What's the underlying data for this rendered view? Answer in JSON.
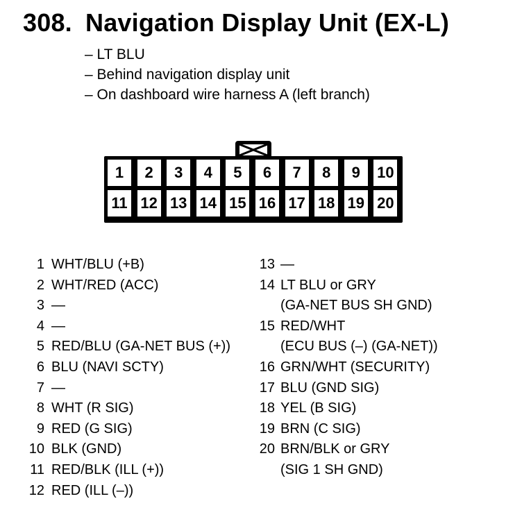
{
  "header": {
    "number": "308.",
    "name": "Navigation Display Unit (EX-L)"
  },
  "notes": [
    "– LT BLU",
    "– Behind navigation display unit",
    "– On dashboard wire harness A (left branch)"
  ],
  "connector": {
    "top_row": [
      "1",
      "2",
      "3",
      "4",
      "5",
      "6",
      "7",
      "8",
      "9",
      "10"
    ],
    "bottom_row": [
      "11",
      "12",
      "13",
      "14",
      "15",
      "16",
      "17",
      "18",
      "19",
      "20"
    ]
  },
  "pins_left": [
    {
      "pin": "1",
      "lines": [
        "WHT/BLU (+B)"
      ]
    },
    {
      "pin": "2",
      "lines": [
        "WHT/RED (ACC)"
      ]
    },
    {
      "pin": "3",
      "lines": [
        "—"
      ]
    },
    {
      "pin": "4",
      "lines": [
        "—"
      ]
    },
    {
      "pin": "5",
      "lines": [
        "RED/BLU (GA-NET BUS (+))"
      ]
    },
    {
      "pin": "6",
      "lines": [
        "BLU (NAVI SCTY)"
      ]
    },
    {
      "pin": "7",
      "lines": [
        "—"
      ]
    },
    {
      "pin": "8",
      "lines": [
        "WHT (R SIG)"
      ]
    },
    {
      "pin": "9",
      "lines": [
        "RED (G SIG)"
      ]
    },
    {
      "pin": "10",
      "lines": [
        "BLK (GND)"
      ]
    },
    {
      "pin": "11",
      "lines": [
        "RED/BLK (ILL (+))"
      ]
    },
    {
      "pin": "12",
      "lines": [
        "RED (ILL (–))"
      ]
    }
  ],
  "pins_right": [
    {
      "pin": "13",
      "lines": [
        "—"
      ]
    },
    {
      "pin": "14",
      "lines": [
        "LT BLU or GRY",
        "(GA-NET BUS SH GND)"
      ]
    },
    {
      "pin": "15",
      "lines": [
        "RED/WHT",
        "(ECU BUS (–) (GA-NET))"
      ]
    },
    {
      "pin": "16",
      "lines": [
        "GRN/WHT (SECURITY)"
      ]
    },
    {
      "pin": "17",
      "lines": [
        "BLU (GND SIG)"
      ]
    },
    {
      "pin": "18",
      "lines": [
        "YEL (B SIG)"
      ]
    },
    {
      "pin": "19",
      "lines": [
        "BRN (C SIG)"
      ]
    },
    {
      "pin": "20",
      "lines": [
        "BRN/BLK or GRY",
        "(SIG 1 SH GND)"
      ]
    }
  ]
}
